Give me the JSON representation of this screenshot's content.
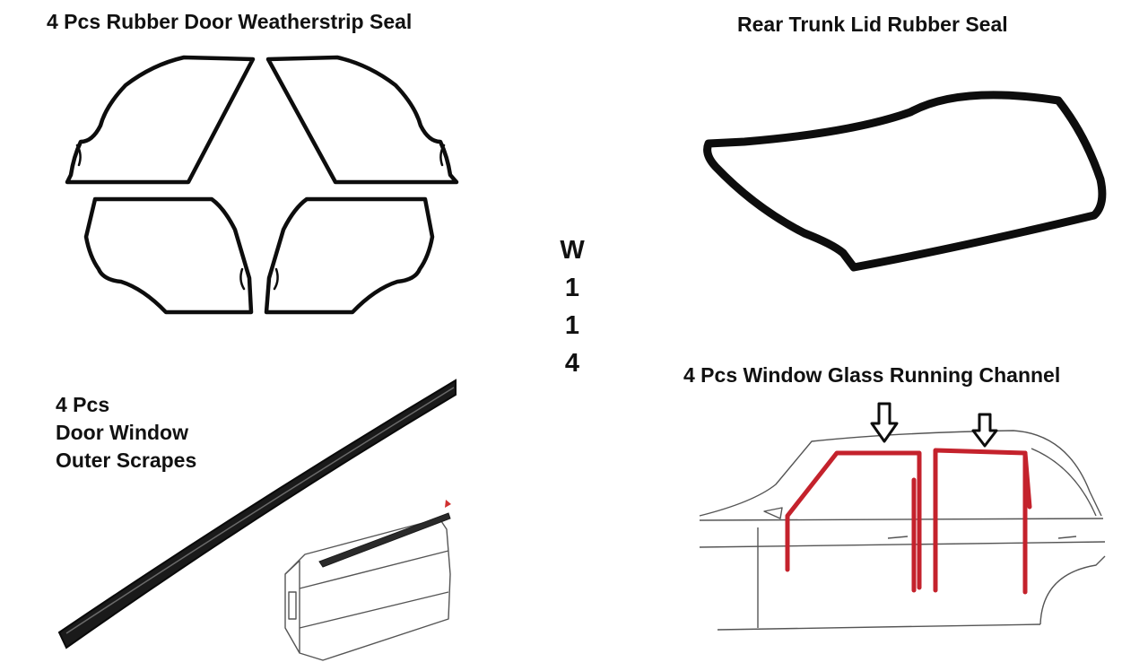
{
  "labels": {
    "door_seals": "4 Pcs Rubber Door Weatherstrip Seal",
    "trunk_seal": "Rear Trunk Lid Rubber Seal",
    "window_channel": "4 Pcs Window Glass Running Channel",
    "outer_scrapes": [
      "4 Pcs",
      "Door Window",
      "Outer Scrapes"
    ]
  },
  "model_code": [
    "W",
    "1",
    "1",
    "4"
  ],
  "colors": {
    "background": "#ffffff",
    "seal": "#0d0d0d",
    "channel_highlight": "#c4222c",
    "arrow_marker": "#d03030"
  }
}
